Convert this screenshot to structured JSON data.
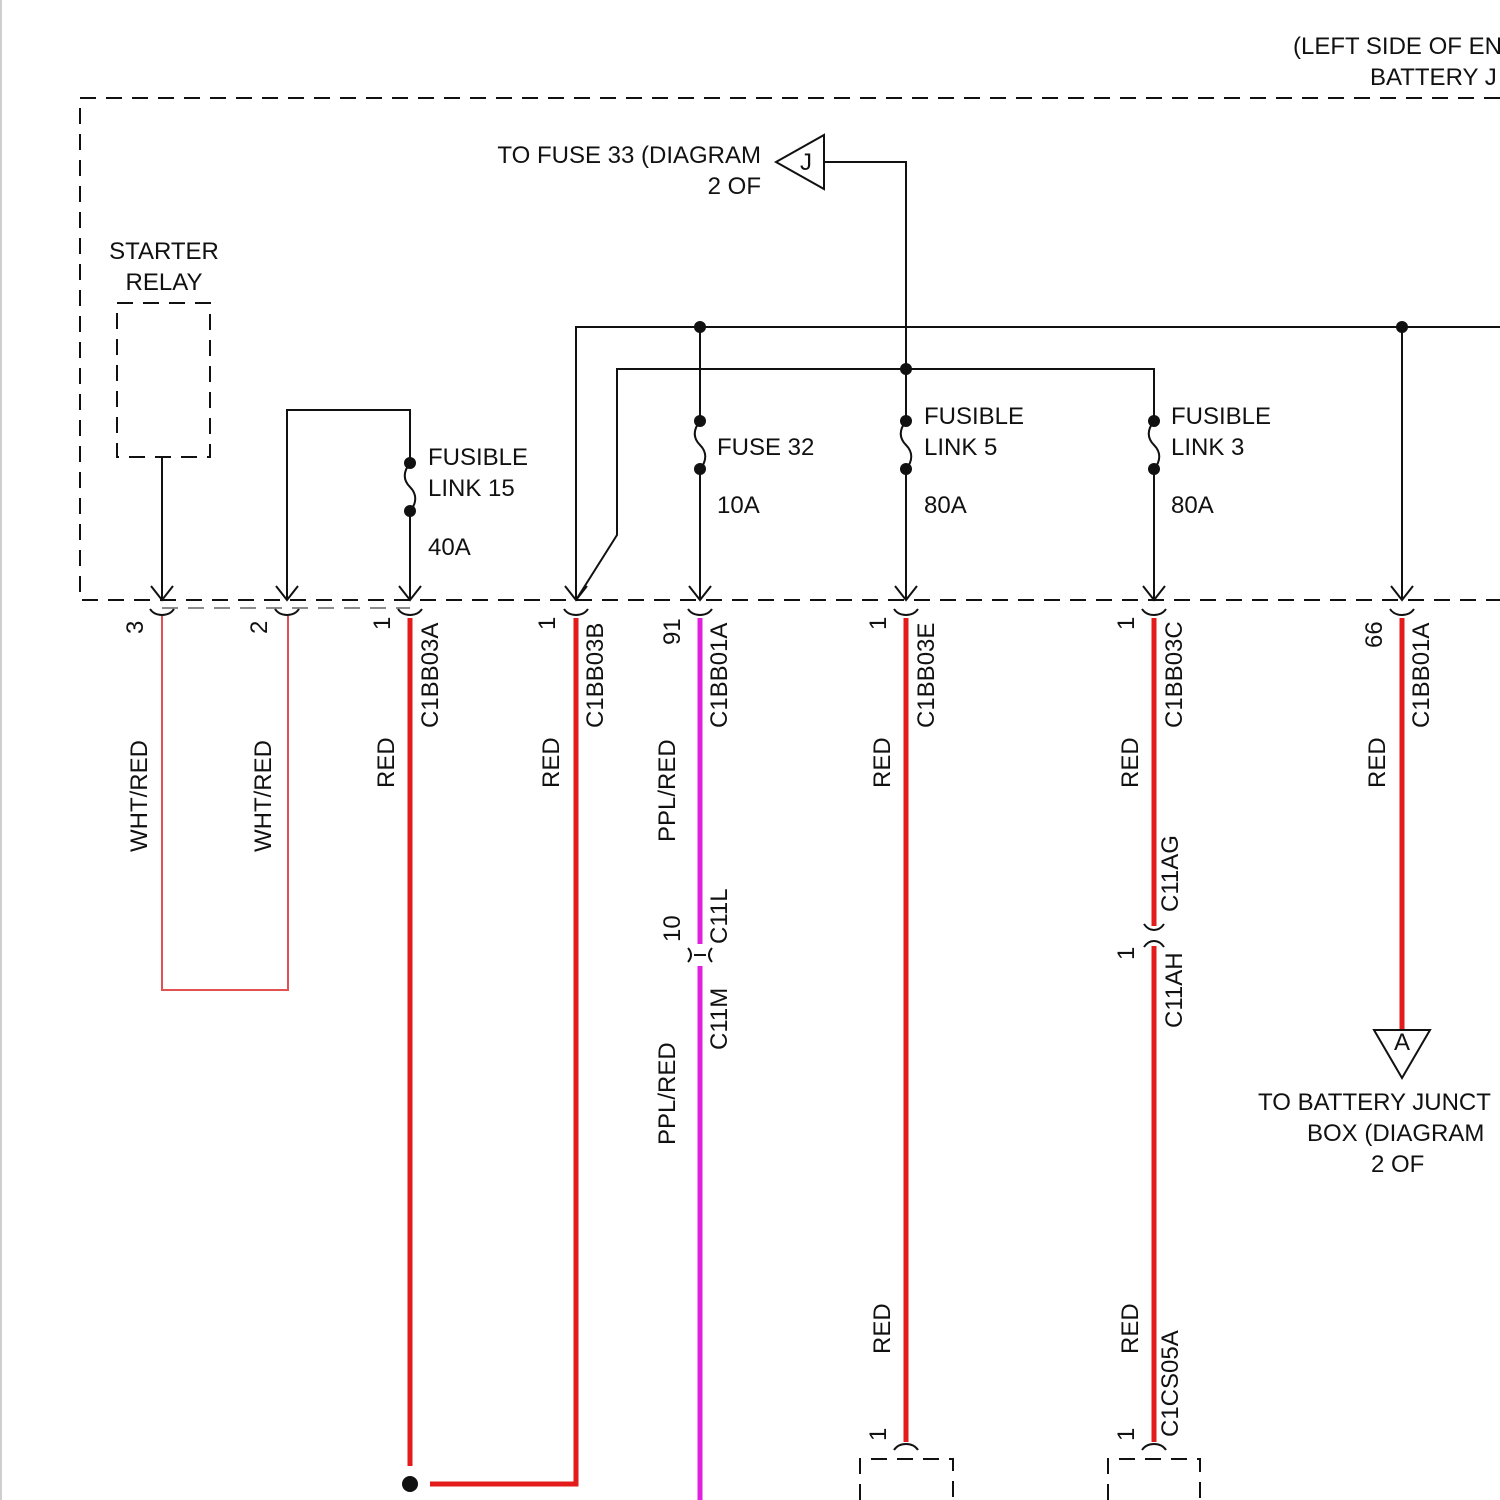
{
  "colors": {
    "wire_red": "#e31b1b",
    "wire_wht_red": "#e35252",
    "wire_ppl_red": "#e020e0",
    "line": "#111111"
  },
  "location": {
    "line1": "(LEFT SIDE OF EN",
    "line2": "BATTERY J"
  },
  "fuse33_ref": {
    "line1": "TO FUSE 33 (DIAGRAM",
    "line2": "2 OF",
    "flag": "J"
  },
  "starter_relay": {
    "line1": "STARTER",
    "line2": "RELAY"
  },
  "fuses": [
    {
      "name1": "FUSIBLE",
      "name2": "LINK 15",
      "rating": "40A"
    },
    {
      "name1": "FUSE 32",
      "rating": "10A"
    },
    {
      "name1": "FUSIBLE",
      "name2": "LINK 5",
      "rating": "80A"
    },
    {
      "name1": "FUSIBLE",
      "name2": "LINK 3",
      "rating": "80A"
    }
  ],
  "pins": [
    {
      "pin": "3",
      "wire": "WHT/RED"
    },
    {
      "pin": "2",
      "wire": "WHT/RED"
    },
    {
      "pin": "1",
      "connector": "C1BB03A",
      "wire": "RED"
    },
    {
      "pin": "1",
      "connector": "C1BB03B",
      "wire": "RED"
    },
    {
      "pin": "91",
      "connector": "C1BB01A",
      "wire": "PPL/RED"
    },
    {
      "pin": "1",
      "connector": "C1BB03E",
      "wire": "RED"
    },
    {
      "pin": "1",
      "connector": "C1BB03C",
      "wire": "RED"
    },
    {
      "pin": "66",
      "connector": "C1BB01A",
      "wire": "RED"
    }
  ],
  "inline_connectors": {
    "c11l": {
      "pin": "10",
      "upper": "C11L",
      "lower": "C11M",
      "wire_below": "PPL/RED"
    },
    "c11ag": {
      "pin": "1",
      "upper": "C11AG",
      "lower": "C11AH"
    }
  },
  "bottom_connectors": {
    "col6": {
      "wire": "RED",
      "pin": "1"
    },
    "col7": {
      "wire": "RED",
      "pin": "1",
      "connector": "C1CS05A"
    }
  },
  "battery_ref": {
    "flag": "A",
    "line1": "TO BATTERY JUNCT",
    "line2": "BOX (DIAGRAM",
    "line3": "2 OF"
  }
}
